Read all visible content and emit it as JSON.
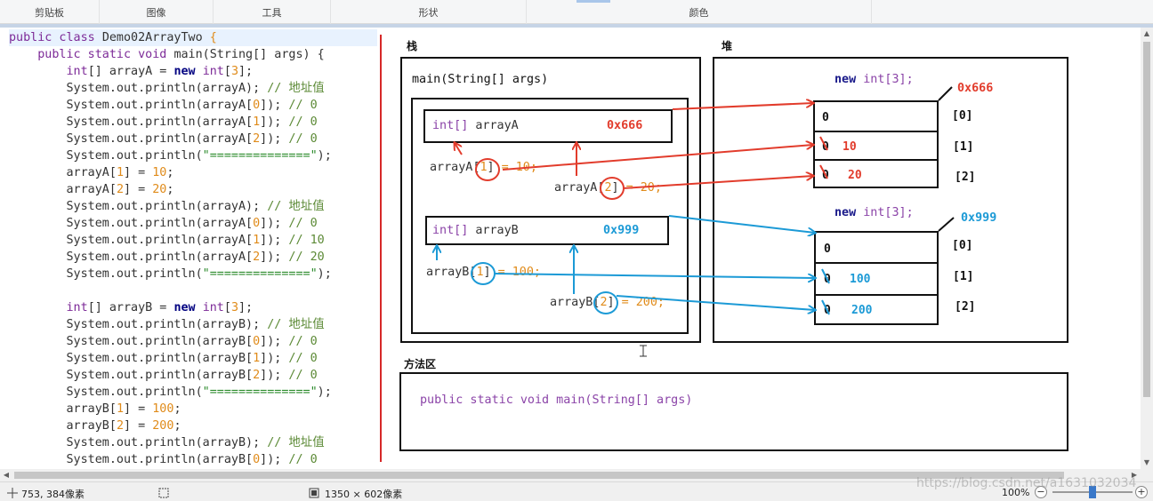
{
  "ribbon": {
    "groups": [
      "剪贴板",
      "图像",
      "工具",
      "形状",
      "颜色"
    ]
  },
  "code": {
    "lines": [
      [
        [
          "kp",
          "public class "
        ],
        [
          "plain",
          "Demo02ArrayTwo "
        ],
        [
          "num",
          "{"
        ]
      ],
      [
        [
          "plain",
          "    "
        ],
        [
          "kp",
          "public static void "
        ],
        [
          "plain",
          "main(String[] args) {"
        ]
      ],
      [
        [
          "plain",
          "        "
        ],
        [
          "kp",
          "int"
        ],
        [
          "plain",
          "[] arrayA = "
        ],
        [
          "kw",
          "new "
        ],
        [
          "kp",
          "int"
        ],
        [
          "plain",
          "["
        ],
        [
          "num",
          "3"
        ],
        [
          "plain",
          "];"
        ]
      ],
      [
        [
          "plain",
          "        System.out.println(arrayA); "
        ],
        [
          "cmt",
          "// 地址值"
        ]
      ],
      [
        [
          "plain",
          "        System.out.println(arrayA["
        ],
        [
          "num",
          "0"
        ],
        [
          "plain",
          "]); "
        ],
        [
          "cmt",
          "// 0"
        ]
      ],
      [
        [
          "plain",
          "        System.out.println(arrayA["
        ],
        [
          "num",
          "1"
        ],
        [
          "plain",
          "]); "
        ],
        [
          "cmt",
          "// 0"
        ]
      ],
      [
        [
          "plain",
          "        System.out.println(arrayA["
        ],
        [
          "num",
          "2"
        ],
        [
          "plain",
          "]); "
        ],
        [
          "cmt",
          "// 0"
        ]
      ],
      [
        [
          "plain",
          "        System.out.println("
        ],
        [
          "str",
          "\"==============\""
        ],
        [
          "plain",
          ");"
        ]
      ],
      [
        [
          "plain",
          "        arrayA["
        ],
        [
          "num",
          "1"
        ],
        [
          "plain",
          "] = "
        ],
        [
          "num",
          "10"
        ],
        [
          "plain",
          ";"
        ]
      ],
      [
        [
          "plain",
          "        arrayA["
        ],
        [
          "num",
          "2"
        ],
        [
          "plain",
          "] = "
        ],
        [
          "num",
          "20"
        ],
        [
          "plain",
          ";"
        ]
      ],
      [
        [
          "plain",
          "        System.out.println(arrayA); "
        ],
        [
          "cmt",
          "// 地址值"
        ]
      ],
      [
        [
          "plain",
          "        System.out.println(arrayA["
        ],
        [
          "num",
          "0"
        ],
        [
          "plain",
          "]); "
        ],
        [
          "cmt",
          "// 0"
        ]
      ],
      [
        [
          "plain",
          "        System.out.println(arrayA["
        ],
        [
          "num",
          "1"
        ],
        [
          "plain",
          "]); "
        ],
        [
          "cmt",
          "// 10"
        ]
      ],
      [
        [
          "plain",
          "        System.out.println(arrayA["
        ],
        [
          "num",
          "2"
        ],
        [
          "plain",
          "]); "
        ],
        [
          "cmt",
          "// 20"
        ]
      ],
      [
        [
          "plain",
          "        System.out.println("
        ],
        [
          "str",
          "\"==============\""
        ],
        [
          "plain",
          ");"
        ]
      ],
      [],
      [
        [
          "plain",
          "        "
        ],
        [
          "kp",
          "int"
        ],
        [
          "plain",
          "[] arrayB = "
        ],
        [
          "kw",
          "new "
        ],
        [
          "kp",
          "int"
        ],
        [
          "plain",
          "["
        ],
        [
          "num",
          "3"
        ],
        [
          "plain",
          "];"
        ]
      ],
      [
        [
          "plain",
          "        System.out.println(arrayB); "
        ],
        [
          "cmt",
          "// 地址值"
        ]
      ],
      [
        [
          "plain",
          "        System.out.println(arrayB["
        ],
        [
          "num",
          "0"
        ],
        [
          "plain",
          "]); "
        ],
        [
          "cmt",
          "// 0"
        ]
      ],
      [
        [
          "plain",
          "        System.out.println(arrayB["
        ],
        [
          "num",
          "1"
        ],
        [
          "plain",
          "]); "
        ],
        [
          "cmt",
          "// 0"
        ]
      ],
      [
        [
          "plain",
          "        System.out.println(arrayB["
        ],
        [
          "num",
          "2"
        ],
        [
          "plain",
          "]); "
        ],
        [
          "cmt",
          "// 0"
        ]
      ],
      [
        [
          "plain",
          "        System.out.println("
        ],
        [
          "str",
          "\"==============\""
        ],
        [
          "plain",
          ");"
        ]
      ],
      [
        [
          "plain",
          "        arrayB["
        ],
        [
          "num",
          "1"
        ],
        [
          "plain",
          "] = "
        ],
        [
          "num",
          "100"
        ],
        [
          "plain",
          ";"
        ]
      ],
      [
        [
          "plain",
          "        arrayB["
        ],
        [
          "num",
          "2"
        ],
        [
          "plain",
          "] = "
        ],
        [
          "num",
          "200"
        ],
        [
          "plain",
          ";"
        ]
      ],
      [
        [
          "plain",
          "        System.out.println(arrayB); "
        ],
        [
          "cmt",
          "// 地址值"
        ]
      ],
      [
        [
          "plain",
          "        System.out.println(arrayB["
        ],
        [
          "num",
          "0"
        ],
        [
          "plain",
          "]); "
        ],
        [
          "cmt",
          "// 0"
        ]
      ]
    ]
  },
  "diagram": {
    "stack_label": "栈",
    "heap_label": "堆",
    "method_area_label": "方法区",
    "main_frame_label": "main(String[] args)",
    "method_area_text": "public static void main(String[] args)",
    "arrayA_type": "int[]",
    "arrayA_name": "arrayA",
    "arrayA_addr": "0x666",
    "arrayB_type": "int[]",
    "arrayB_name": "arrayB",
    "arrayB_addr": "0x999",
    "assign_a1": {
      "name": "arrayA",
      "lb": "[",
      "idx": "1",
      "rb": "]",
      "rest": " = 10;"
    },
    "assign_a2": {
      "name": "arrayA",
      "lb": "[",
      "idx": "2",
      "rb": "]",
      "rest": " = 20;"
    },
    "assign_b1": {
      "name": "arrayB",
      "lb": "[",
      "idx": "1",
      "rb": "]",
      "rest": " = 100;"
    },
    "assign_b2": {
      "name": "arrayB",
      "lb": "[",
      "idx": "2",
      "rb": "]",
      "rest": " = 200;"
    },
    "heap_a_header_new": "new ",
    "heap_a_header_rest": "int[3];",
    "heap_a_addr": "0x666",
    "heap_a_cells": [
      "0",
      "0",
      "0"
    ],
    "heap_a_new_values": [
      "10",
      "20"
    ],
    "heap_a_indices": [
      "[0]",
      "[1]",
      "[2]"
    ],
    "heap_b_header_new": "new ",
    "heap_b_header_rest": "int[3];",
    "heap_b_addr": "0x999",
    "heap_b_cells": [
      "0",
      "0",
      "0"
    ],
    "heap_b_new_values": [
      "100",
      "200"
    ],
    "heap_b_indices": [
      "[0]",
      "[1]",
      "[2]"
    ]
  },
  "status": {
    "cursor_pos": "753, 384像素",
    "image_size": "1350 × 602像素",
    "zoom": "100%",
    "zoom_minus": "−",
    "zoom_plus": "+"
  },
  "watermark": "https://blog.csdn.net/a1631032034",
  "colors": {
    "red_arrow": "#e23c2c",
    "blue_arrow": "#1c9ad6",
    "accent": "#3a78c9"
  }
}
